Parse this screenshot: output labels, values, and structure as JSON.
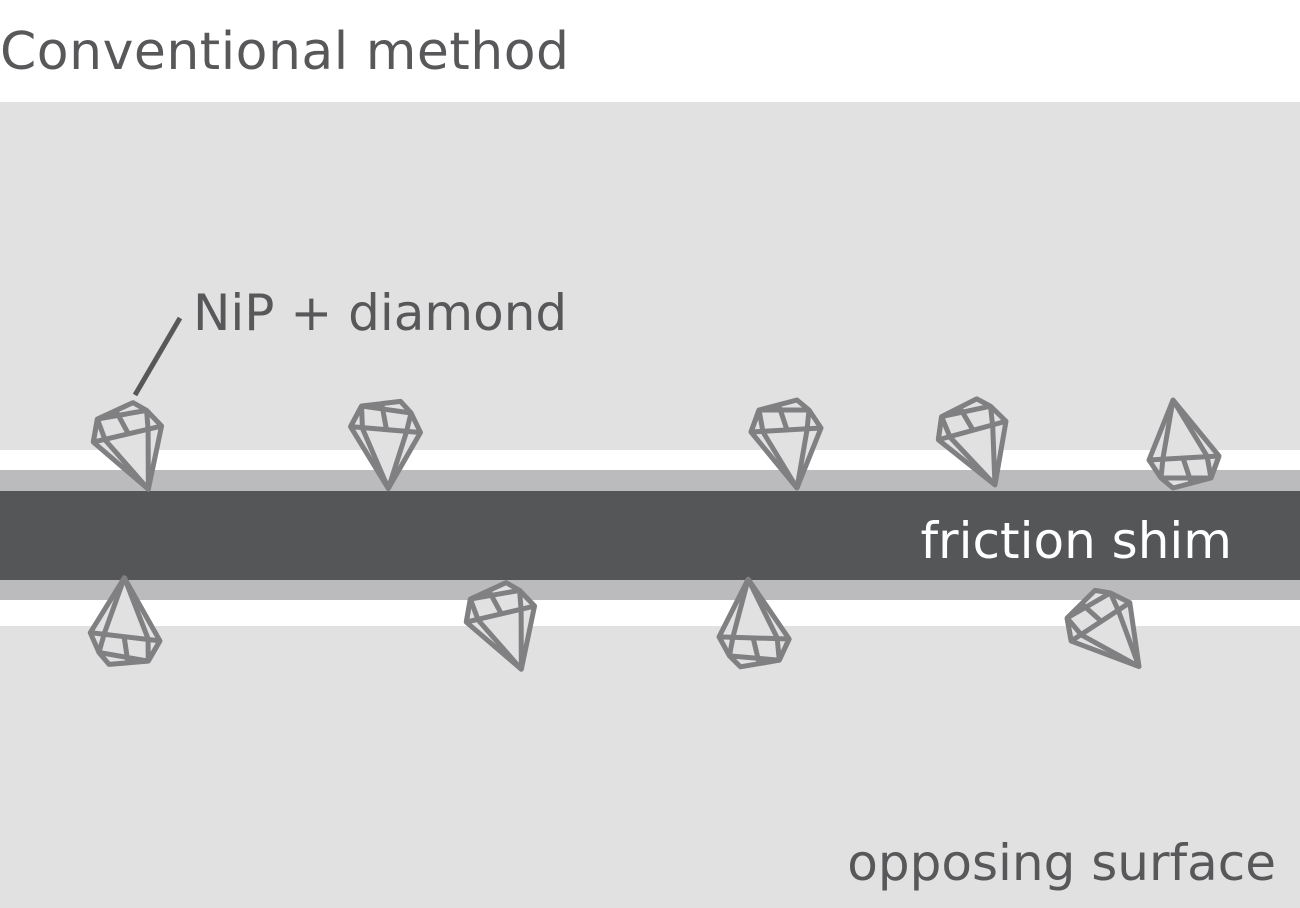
{
  "title": "Conventional method",
  "labels": {
    "coating": "NiP + diamond",
    "shim": "friction shim",
    "surface": "opposing surface"
  },
  "colors": {
    "background_region": "#e1e1e2",
    "shim_core": "#555658",
    "coating_layer": "#bbbbbd",
    "gap": "#ffffff",
    "diamond_stroke": "#808082",
    "text_dark": "#58585a",
    "text_light": "#ffffff"
  }
}
